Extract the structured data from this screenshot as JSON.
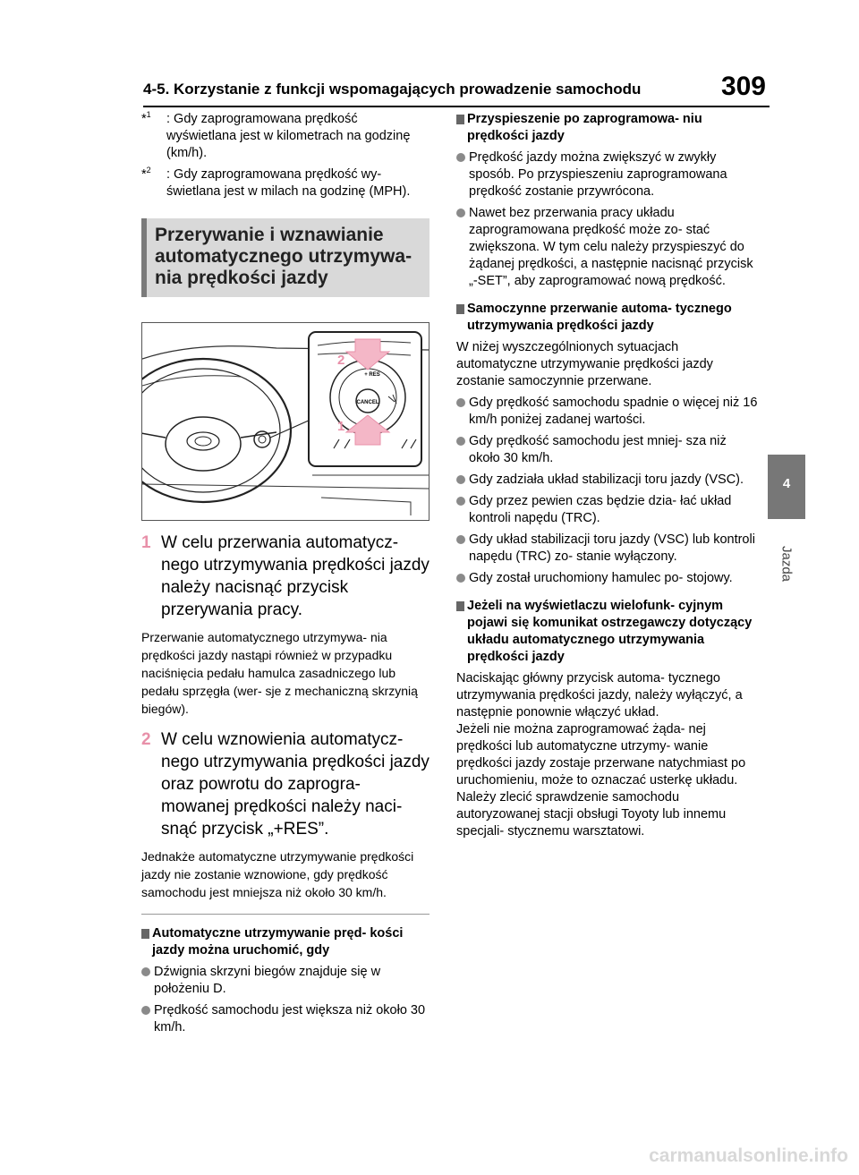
{
  "header": {
    "title": "4-5. Korzystanie z funkcji wspomagających prowadzenie samochodu",
    "page_number": "309"
  },
  "side_tab": {
    "number": "4",
    "label": "Jazda"
  },
  "footnotes": [
    {
      "mark": "*",
      "sup": "1",
      "text": ": Gdy zaprogramowana prędkość wyświetlana jest w kilometrach na godzinę (km/h)."
    },
    {
      "mark": "*",
      "sup": "2",
      "text": ": Gdy zaprogramowana prędkość wy- świetlana jest w milach na godzinę (MPH)."
    }
  ],
  "section_title": "Przerywanie i wznawianie automatycznego utrzymywa- nia prędkości jazdy",
  "figure": {
    "callouts": [
      "1",
      "2"
    ],
    "button_labels": {
      "res": "+ RES",
      "cancel": "CANCEL"
    }
  },
  "steps": [
    {
      "num": "1",
      "text": "W celu przerwania automatycz- nego utrzymywania prędkości jazdy należy nacisnąć przycisk przerywania pracy.",
      "note": "Przerwanie automatycznego utrzymywa- nia prędkości jazdy nastąpi również w przypadku naciśnięcia pedału hamulca zasadniczego lub pedału sprzęgła (wer- sje z mechaniczną skrzynią biegów)."
    },
    {
      "num": "2",
      "text": "W celu wznowienia automatycz- nego utrzymywania prędkości jazdy oraz powrotu do zaprogra- mowanej prędkości należy naci- snąć przycisk „+RES”.",
      "note": "Jednakże automatyczne utrzymywanie prędkości jazdy nie zostanie wznowione, gdy prędkość samochodu jest mniejsza niż około 30 km/h."
    }
  ],
  "left_sub": {
    "heading": "Automatyczne utrzymywanie pręd- kości jazdy można uruchomić, gdy",
    "bullets": [
      "Dźwignia skrzyni biegów znajduje się w położeniu D.",
      "Prędkość samochodu jest większa niż około 30 km/h."
    ]
  },
  "right": {
    "s1_heading": "Przyspieszenie po zaprogramowa- niu prędkości jazdy",
    "s1_bullets": [
      "Prędkość jazdy można zwiększyć w zwykły sposób. Po przyspieszeniu zaprogramowana prędkość zostanie przywrócona.",
      "Nawet bez przerwania pracy układu zaprogramowana prędkość może zo- stać zwiększona. W tym celu należy przyspieszyć do żądanej prędkości, a następnie nacisnąć przycisk „-SET”, aby zaprogramować nową prędkość."
    ],
    "s2_heading": "Samoczynne przerwanie automa- tycznego utrzymywania prędkości jazdy",
    "s2_intro": "W niżej wyszczególnionych sytuacjach automatyczne utrzymywanie prędkości jazdy zostanie samoczynnie przerwane.",
    "s2_bullets": [
      "Gdy prędkość samochodu spadnie o więcej niż 16 km/h poniżej zadanej wartości.",
      "Gdy prędkość samochodu jest mniej- sza niż około 30 km/h.",
      "Gdy zadziała układ stabilizacji toru jazdy (VSC).",
      "Gdy przez pewien czas będzie dzia- łać układ kontroli napędu (TRC).",
      "Gdy układ stabilizacji toru jazdy (VSC) lub kontroli napędu (TRC) zo- stanie wyłączony.",
      "Gdy został uruchomiony hamulec po- stojowy."
    ],
    "s3_heading": "Jeżeli na wyświetlaczu wielofunk- cyjnym pojawi się komunikat ostrzegawczy dotyczący układu automatycznego utrzymywania prędkości jazdy",
    "s3_para1": "Naciskając główny przycisk automa- tycznego utrzymywania prędkości jazdy, należy wyłączyć, a następnie ponownie włączyć układ.",
    "s3_para2": "Jeżeli nie można zaprogramować żąda- nej prędkości lub automatyczne utrzymy- wanie prędkości jazdy zostaje przerwane natychmiast po uruchomieniu, może to oznaczać usterkę układu. Należy zlecić sprawdzenie samochodu autoryzowanej stacji obsługi Toyoty lub innemu specjali- stycznemu warsztatowi."
  },
  "watermark": "carmanualsonline.info"
}
